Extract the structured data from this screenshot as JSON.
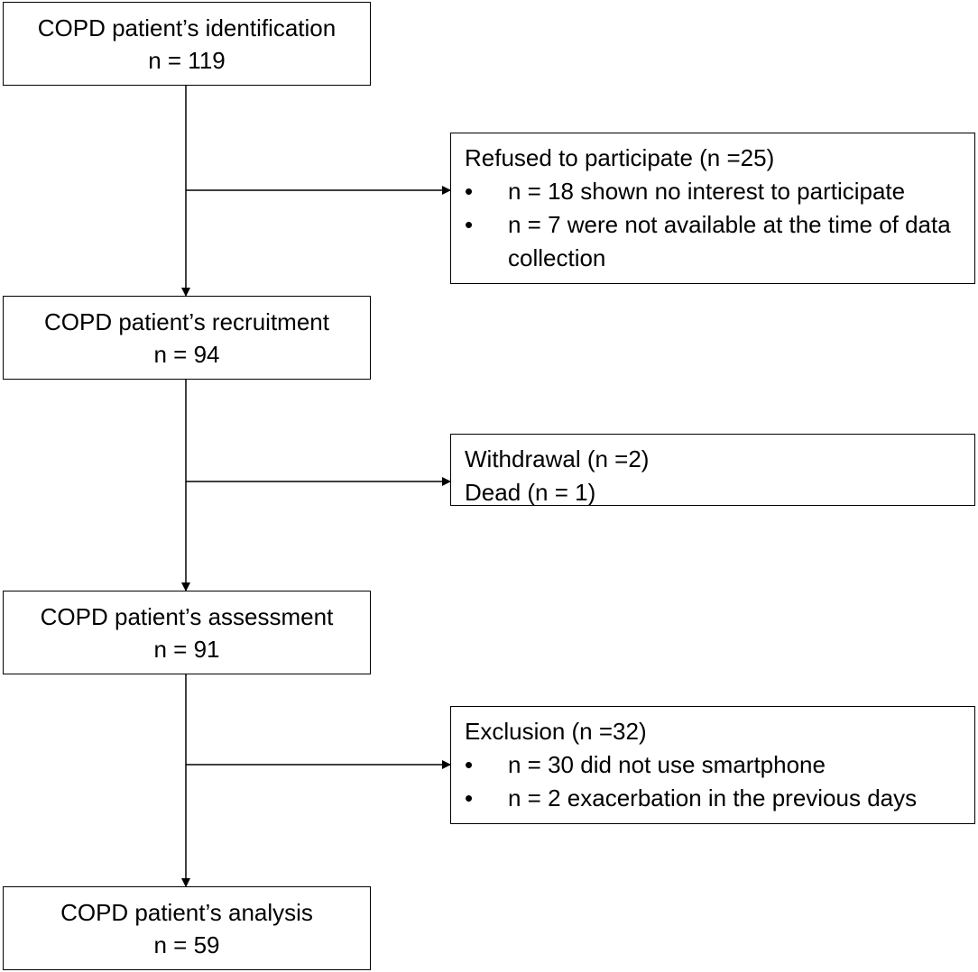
{
  "stages": [
    {
      "title": "COPD patient’s identification",
      "count": "n = 119"
    },
    {
      "title": "COPD patient’s recruitment",
      "count": "n = 94"
    },
    {
      "title": "COPD patient’s assessment",
      "count": "n = 91"
    },
    {
      "title": "COPD patient’s analysis",
      "count": "n = 59"
    }
  ],
  "refused": {
    "heading": "Refused to participate (n =25)",
    "bullet_symbol": "•",
    "items": [
      "n = 18 shown no interest to participate",
      "n = 7 were not available at the time of data collection"
    ]
  },
  "withdrawal": {
    "lines": [
      "Withdrawal (n =2)",
      "Dead (n = 1)"
    ]
  },
  "exclusion": {
    "heading": "Exclusion (n =32)",
    "bullet_symbol": "•",
    "items": [
      "n = 30 did not use smartphone",
      "n = 2 exacerbation in the previous days"
    ]
  }
}
